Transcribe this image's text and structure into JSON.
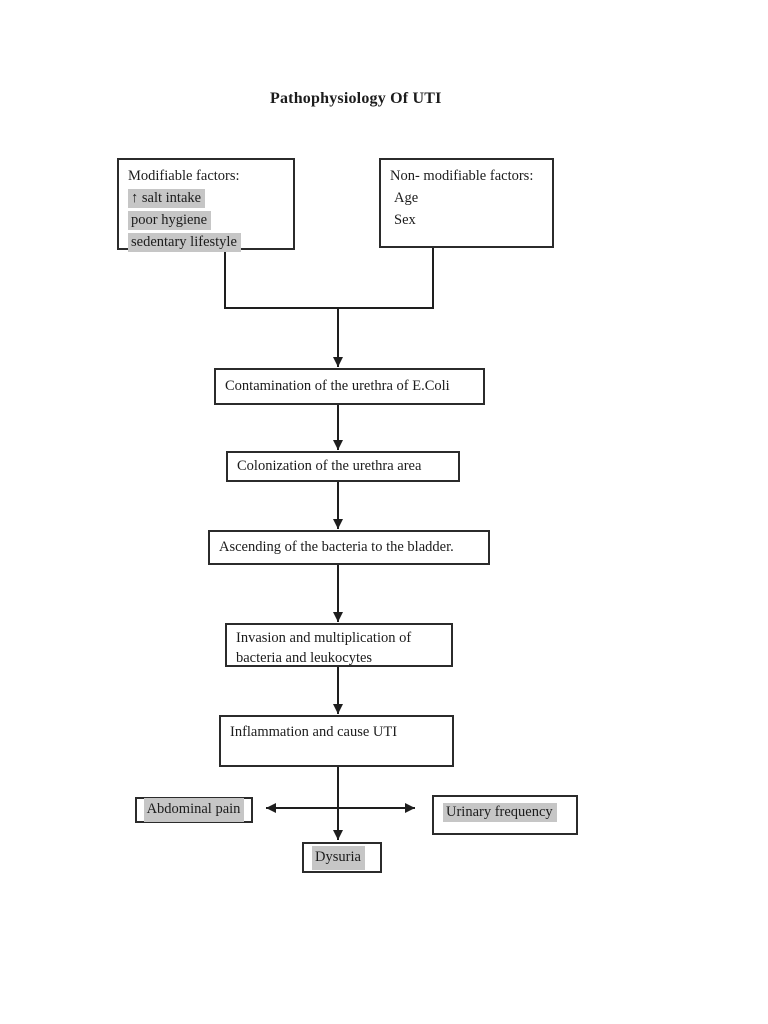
{
  "title": "Pathophysiology Of UTI",
  "factor_boxes": {
    "modifiable": {
      "heading": "Modifiable factors:",
      "items": [
        "↑ salt intake",
        "poor hygiene",
        "sedentary lifestyle"
      ]
    },
    "non_modifiable": {
      "heading": "Non- modifiable factors:",
      "items": [
        "Age",
        "Sex"
      ]
    }
  },
  "flow_steps": {
    "contamination": "Contamination of the urethra of E.Coli",
    "colonization": "Colonization of the urethra area",
    "ascending": "Ascending of the bacteria to the bladder.",
    "invasion": "Invasion and multiplication of bacteria and leukocytes",
    "inflammation": "Inflammation and cause UTI"
  },
  "symptoms": {
    "abdominal_pain": "Abdominal pain",
    "urinary_frequency": "Urinary frequency",
    "dysuria": "Dysuria"
  },
  "colors": {
    "highlight": "#c6c6c6",
    "line": "#1e1e1e",
    "box_border": "#2b2b2b",
    "background": "#ffffff"
  }
}
